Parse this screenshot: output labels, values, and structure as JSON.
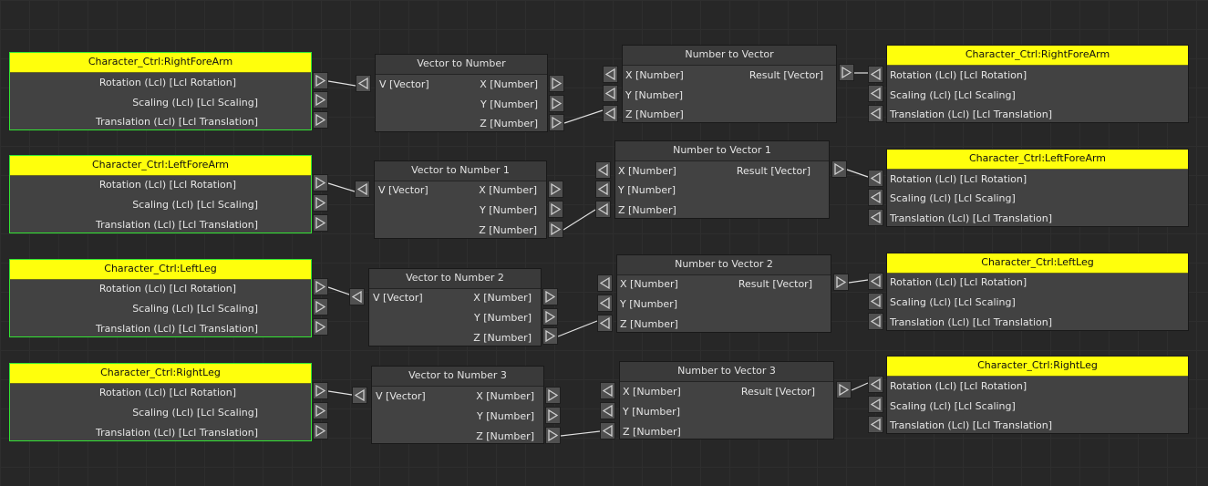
{
  "rows": [
    {
      "source": {
        "title": "Character_Ctrl:RightForeArm",
        "props": [
          "Rotation (Lcl) [Lcl Rotation]",
          "Scaling (Lcl) [Lcl Scaling]",
          "Translation (Lcl) [Lcl Translation]"
        ]
      },
      "v2n": {
        "title": "Vector to Number",
        "input": "V [Vector]",
        "outputs": [
          "X [Number]",
          "Y [Number]",
          "Z [Number]"
        ]
      },
      "n2v": {
        "title": "Number to Vector",
        "inputs": [
          "X [Number]",
          "Y [Number]",
          "Z [Number]"
        ],
        "output": "Result [Vector]"
      },
      "target": {
        "title": "Character_Ctrl:RightForeArm",
        "props": [
          "Rotation (Lcl) [Lcl Rotation]",
          "Scaling (Lcl) [Lcl Scaling]",
          "Translation (Lcl) [Lcl Translation]"
        ]
      }
    },
    {
      "source": {
        "title": "Character_Ctrl:LeftForeArm",
        "props": [
          "Rotation (Lcl) [Lcl Rotation]",
          "Scaling (Lcl) [Lcl Scaling]",
          "Translation (Lcl) [Lcl Translation]"
        ]
      },
      "v2n": {
        "title": "Vector to Number 1",
        "input": "V [Vector]",
        "outputs": [
          "X [Number]",
          "Y [Number]",
          "Z [Number]"
        ]
      },
      "n2v": {
        "title": "Number to Vector 1",
        "inputs": [
          "X [Number]",
          "Y [Number]",
          "Z [Number]"
        ],
        "output": "Result [Vector]"
      },
      "target": {
        "title": "Character_Ctrl:LeftForeArm",
        "props": [
          "Rotation (Lcl) [Lcl Rotation]",
          "Scaling (Lcl) [Lcl Scaling]",
          "Translation (Lcl) [Lcl Translation]"
        ]
      }
    },
    {
      "source": {
        "title": "Character_Ctrl:LeftLeg",
        "props": [
          "Rotation (Lcl) [Lcl Rotation]",
          "Scaling (Lcl) [Lcl Scaling]",
          "Translation (Lcl) [Lcl Translation]"
        ]
      },
      "v2n": {
        "title": "Vector to Number 2",
        "input": "V [Vector]",
        "outputs": [
          "X [Number]",
          "Y [Number]",
          "Z [Number]"
        ]
      },
      "n2v": {
        "title": "Number to Vector 2",
        "inputs": [
          "X [Number]",
          "Y [Number]",
          "Z [Number]"
        ],
        "output": "Result [Vector]"
      },
      "target": {
        "title": "Character_Ctrl:LeftLeg",
        "props": [
          "Rotation (Lcl) [Lcl Rotation]",
          "Scaling (Lcl) [Lcl Scaling]",
          "Translation (Lcl) [Lcl Translation]"
        ]
      }
    },
    {
      "source": {
        "title": "Character_Ctrl:RightLeg",
        "props": [
          "Rotation (Lcl) [Lcl Rotation]",
          "Scaling (Lcl) [Lcl Scaling]",
          "Translation (Lcl) [Lcl Translation]"
        ]
      },
      "v2n": {
        "title": "Vector to Number 3",
        "input": "V [Vector]",
        "outputs": [
          "X [Number]",
          "Y [Number]",
          "Z [Number]"
        ]
      },
      "n2v": {
        "title": "Number to Vector 3",
        "inputs": [
          "X [Number]",
          "Y [Number]",
          "Z [Number]"
        ],
        "output": "Result [Vector]"
      },
      "target": {
        "title": "Character_Ctrl:RightLeg",
        "props": [
          "Rotation (Lcl) [Lcl Rotation]",
          "Scaling (Lcl) [Lcl Scaling]",
          "Translation (Lcl) [Lcl Translation]"
        ]
      }
    }
  ],
  "colors": {
    "background": "#272727",
    "node_body": "#424242",
    "header_default": "#3a3a3a",
    "header_highlight": "#ffff0c",
    "selected_border": "#33e533",
    "connection": "#e0e0e0"
  },
  "icons": {
    "output_pin": "pin-output-icon",
    "input_pin": "pin-input-icon"
  }
}
